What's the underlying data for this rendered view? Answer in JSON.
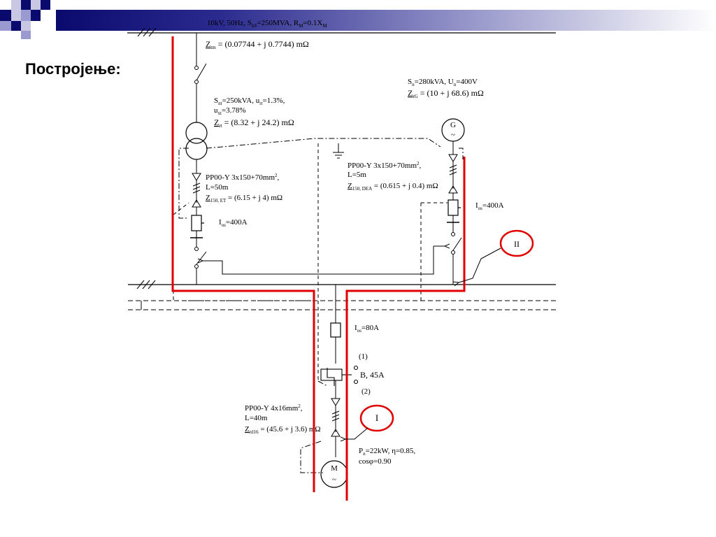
{
  "slide": {
    "heading": "Постројење:",
    "colors": {
      "title_band_dark": "#0a0a6e",
      "title_band_light": "#ffffff",
      "highlight": "#e00000"
    }
  },
  "diagram": {
    "top_label": {
      "a": "10kV, 50Hz, S",
      "a_sub": "kS",
      "b": "=250MVA, R",
      "b_sub": "M",
      "c": "=0.1X",
      "c_sub": "M"
    },
    "zm": {
      "z": "Z",
      "sub": "tm",
      "rest": " = (0.07744 + j 0.7744) mΩ"
    },
    "transformer": {
      "l1a": "S",
      "l1a_sub": "nt",
      "l1b": "=250kVA, u",
      "l1b_sub": "rt",
      "l1c": "=1.3%,",
      "l2a": "u",
      "l2a_sub": "xt",
      "l2b": "=3.78%",
      "z": "Z",
      "z_sub": "rt",
      "z_rest": " = (8.32 + j 24.2) mΩ"
    },
    "cable_et": {
      "l1": "PP00-Y 3x150+70mm",
      "l1_sup": "2",
      "l1_end": ",",
      "l2": "L=50m",
      "z": "Z",
      "z_sub": "150, ET",
      "z_rest": " = (6.15 + j 4) mΩ"
    },
    "fuse_et": {
      "a": "I",
      "sub": "os",
      "b": "=400A"
    },
    "generator": {
      "l1a": "S",
      "l1a_sub": "n",
      "l1b": "=280kVA, U",
      "l1b_sub": "n",
      "l1c": "=400V",
      "z": "Z",
      "z_sub": "rG",
      "z_rest": " = (10 + j 68.6) mΩ",
      "symbol": "G",
      "tilde": "~"
    },
    "cable_dea": {
      "l1": "PP00-Y 3x150+70mm",
      "l1_sup": "2",
      "l1_end": ",",
      "l2": "L=5m",
      "z": "Z",
      "z_sub": "150, DEA",
      "z_rest": " = (0.615 + j 0.4) mΩ"
    },
    "fuse_dea": {
      "a": "I",
      "sub": "os",
      "b": "=400A"
    },
    "fault_point_2": "II",
    "fuse_motor": {
      "a": "I",
      "sub": "os",
      "b": "=80A"
    },
    "breaker": {
      "pos1": "(1)",
      "pos2": "(2)",
      "label": "B, 45A"
    },
    "cable_motor": {
      "l1": "PP00-Y 4x16mm",
      "l1_sup": "2",
      "l1_end": ",",
      "l2": "L=40m",
      "z": "Z",
      "z_sub": "rd16",
      "z_rest": " = (45.6 + j 3.6) mΩ"
    },
    "fault_point_1": "I",
    "motor": {
      "l1a": "P",
      "l1a_sub": "n",
      "l1b": "=22kW, η=0.85,",
      "l2": "cosφ=0.90",
      "symbol": "M",
      "tilde": "~"
    }
  }
}
